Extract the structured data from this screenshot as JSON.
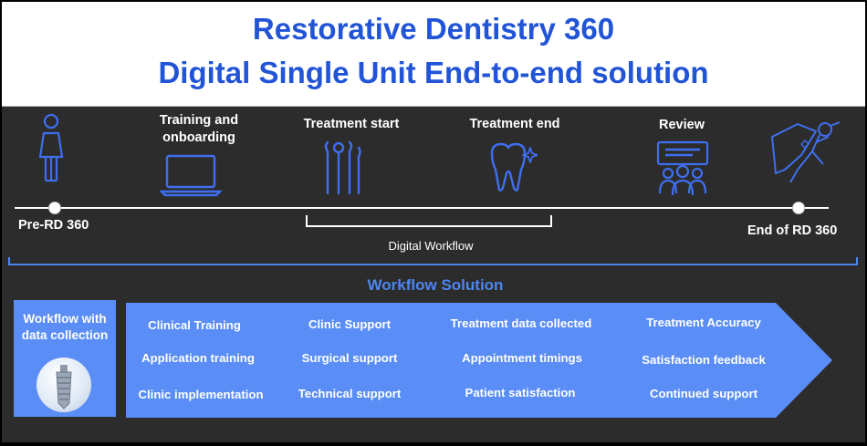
{
  "title": {
    "line1": "Restorative Dentistry 360",
    "line2": "Digital Single Unit End-to-end solution"
  },
  "stages": [
    {
      "label": "Training and onboarding",
      "icon": "laptop-icon"
    },
    {
      "label": "Treatment start",
      "icon": "dental-tools-icon"
    },
    {
      "label": "Treatment end",
      "icon": "tooth-icon"
    },
    {
      "label": "Review",
      "icon": "audience-review-icon"
    }
  ],
  "icons": {
    "start": "person-icon",
    "end": "superhero-icon"
  },
  "timeline": {
    "start_label": "Pre-RD 360",
    "end_label": "End of RD 360",
    "digital_workflow_label": "Digital Workflow",
    "workflow_solution_label": "Workflow Solution"
  },
  "data_box": {
    "title": "Workflow with data collection",
    "icon": "dental-implant-icon"
  },
  "solution_columns": [
    {
      "items": [
        "Clinical Training",
        "Application training",
        "Clinic implementation"
      ]
    },
    {
      "items": [
        "Clinic Support",
        "Surgical support",
        "Technical support"
      ]
    },
    {
      "items": [
        "Treatment data collected",
        "Appointment timings",
        "Patient satisfaction"
      ]
    },
    {
      "items": [
        "Treatment Accuracy",
        "Satisfaction feedback",
        "Continued support"
      ]
    }
  ],
  "colors": {
    "title_blue": "#2154d6",
    "panel_blue": "#5a8df5",
    "icon_blue": "#3f6ff0",
    "background": "#2c2c2c"
  }
}
